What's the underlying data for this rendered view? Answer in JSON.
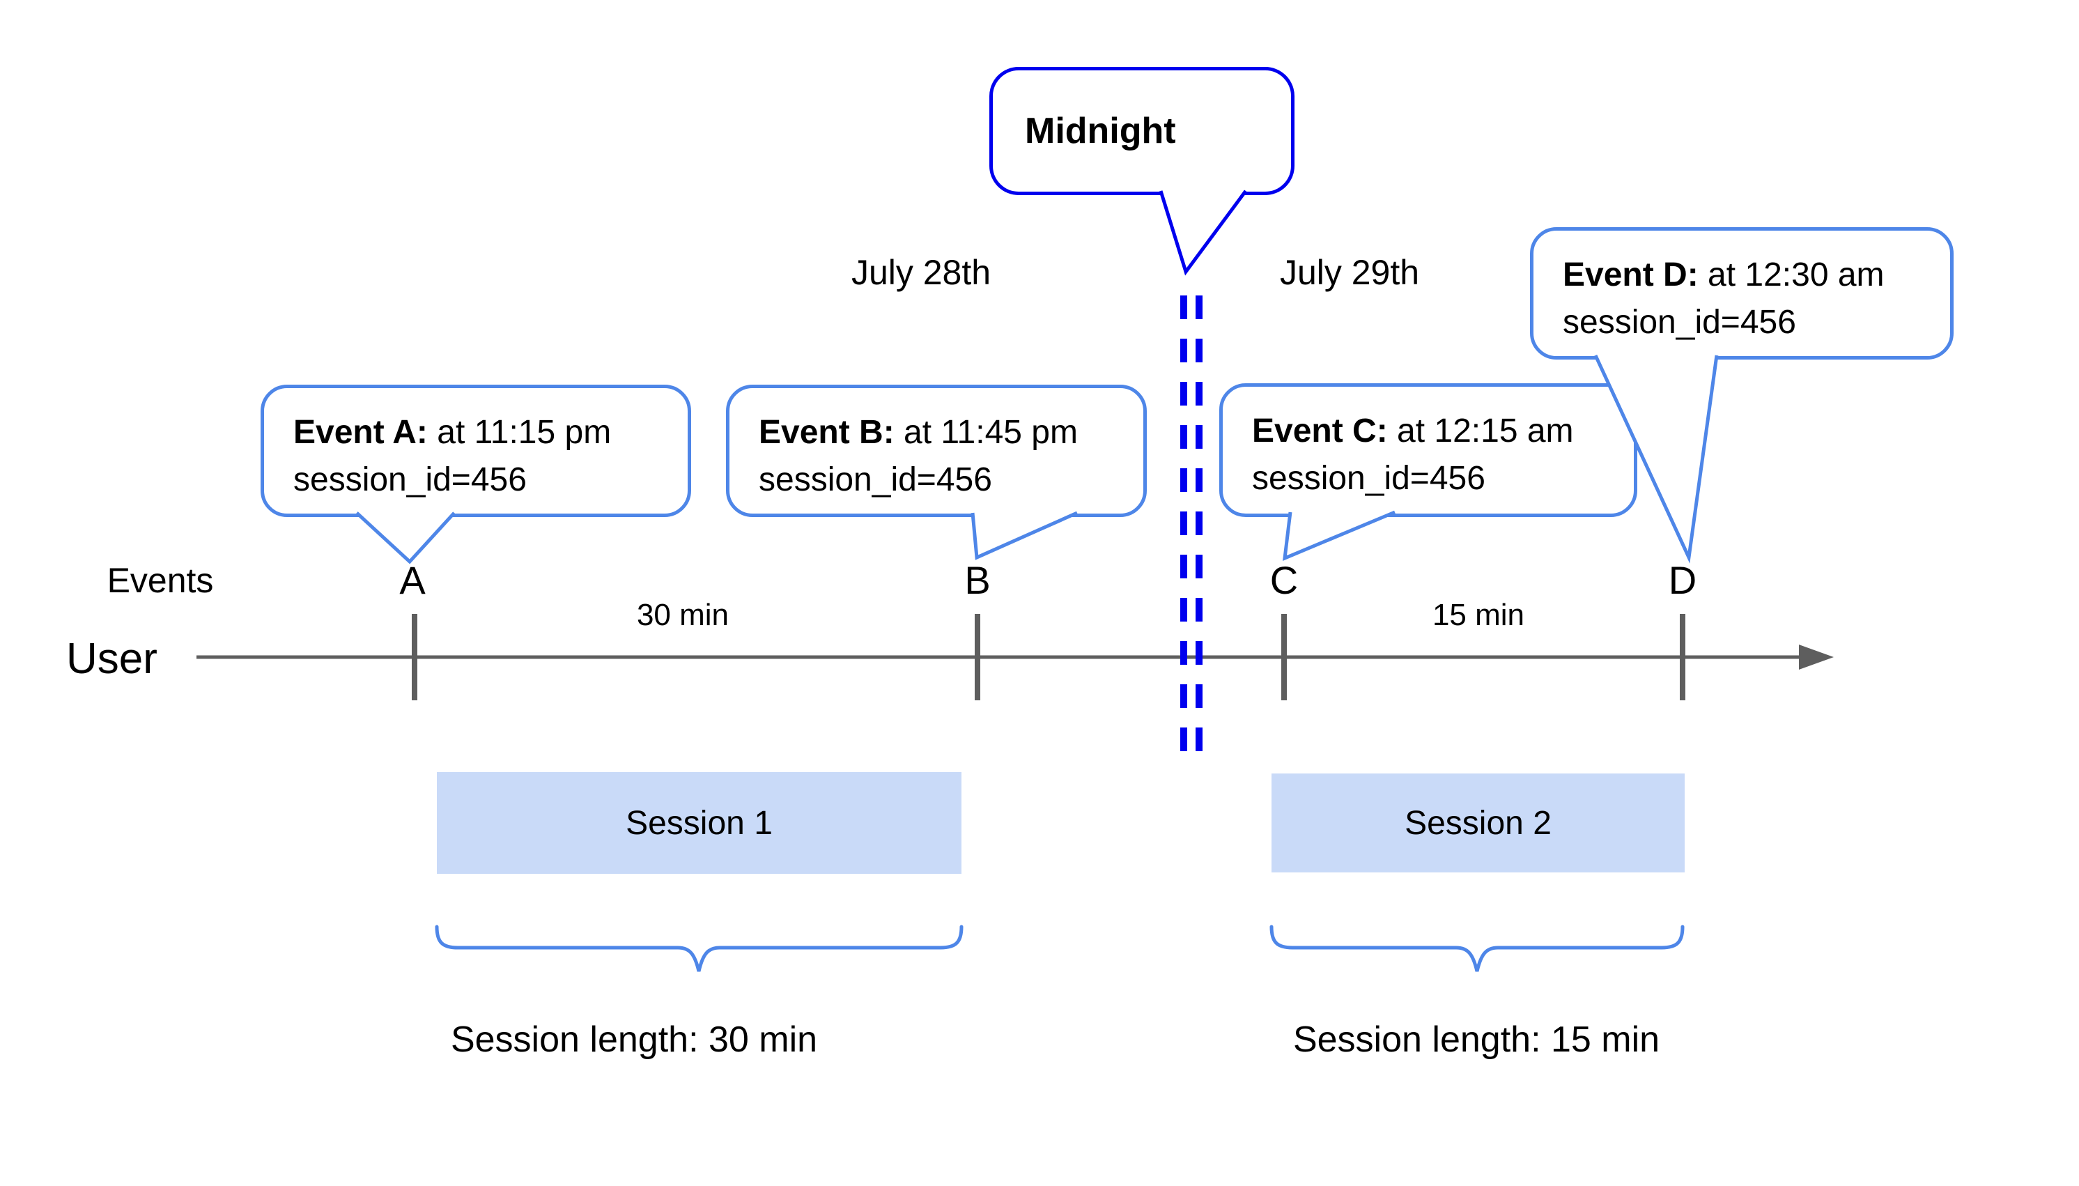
{
  "dates": {
    "left_label": "July 28th",
    "right_label": "July 29th"
  },
  "midnight_callout": {
    "label": "Midnight"
  },
  "axis": {
    "events_row_label": "Events",
    "user_label": "User"
  },
  "events": [
    {
      "letter": "A",
      "callout_title": "Event A:",
      "callout_time": " at 11:15 pm",
      "callout_detail": "session_id=456"
    },
    {
      "letter": "B",
      "callout_title": "Event B:",
      "callout_time": " at 11:45 pm",
      "callout_detail": "session_id=456"
    },
    {
      "letter": "C",
      "callout_title": "Event C:",
      "callout_time": " at 12:15 am",
      "callout_detail": "session_id=456"
    },
    {
      "letter": "D",
      "callout_title": "Event D:",
      "callout_time": " at 12:30 am",
      "callout_detail": "session_id=456"
    }
  ],
  "intervals": [
    {
      "label": "30 min"
    },
    {
      "label": "15 min"
    }
  ],
  "sessions": [
    {
      "label": "Session 1",
      "length_label": "Session length: 30 min"
    },
    {
      "label": "Session 2",
      "length_label": "Session length: 15 min"
    }
  ],
  "colors": {
    "callout_border_blue": "#4E86E8",
    "midnight_blue": "#0000EE",
    "session_fill_blue": "#C9DAF8",
    "axis_gray": "#5E5E5E",
    "text_black": "#000000"
  }
}
